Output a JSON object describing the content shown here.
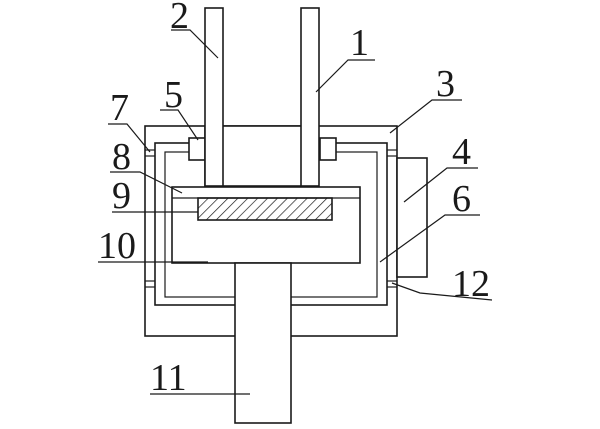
{
  "labels": {
    "l1": "1",
    "l2": "2",
    "l3": "3",
    "l4": "4",
    "l5": "5",
    "l6": "6",
    "l7": "7",
    "l8": "8",
    "l9": "9",
    "l10": "10",
    "l11": "11",
    "l12": "12"
  },
  "colors": {
    "line": "#1a1a1a",
    "background": "#ffffff"
  }
}
